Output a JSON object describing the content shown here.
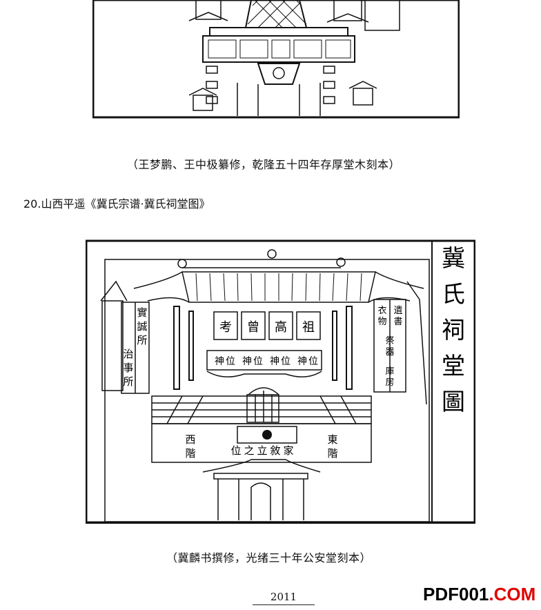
{
  "figure_top": {
    "caption": "（王梦鹏、王中极纂修，乾隆五十四年存厚堂木刻本）"
  },
  "section": {
    "heading": "20.山西平遥《冀氏宗谱·冀氏祠堂图》"
  },
  "figure_bottom": {
    "title_vertical": "冀氏祠堂圖",
    "hall_plaques": [
      "考",
      "曾",
      "高",
      "祖"
    ],
    "tablets": [
      "位",
      "神",
      "位",
      "神",
      "位",
      "神",
      "位",
      "神"
    ],
    "left_building_cols": [
      "實",
      "誠",
      "所",
      "治",
      "事",
      "所"
    ],
    "right_building_cols": [
      "遺",
      "書",
      "衣",
      "物",
      "祭",
      "器",
      "庫",
      "房"
    ],
    "west_steps": [
      "西",
      "階"
    ],
    "east_steps": [
      "東",
      "階"
    ],
    "family_position_text": "位之立敘家",
    "caption": "（冀麟书撰修，光绪三十年公安堂刻本）"
  },
  "footer": {
    "page_number": "2011",
    "watermark_prefix": "PDF001",
    "watermark_suffix": ".COM"
  }
}
